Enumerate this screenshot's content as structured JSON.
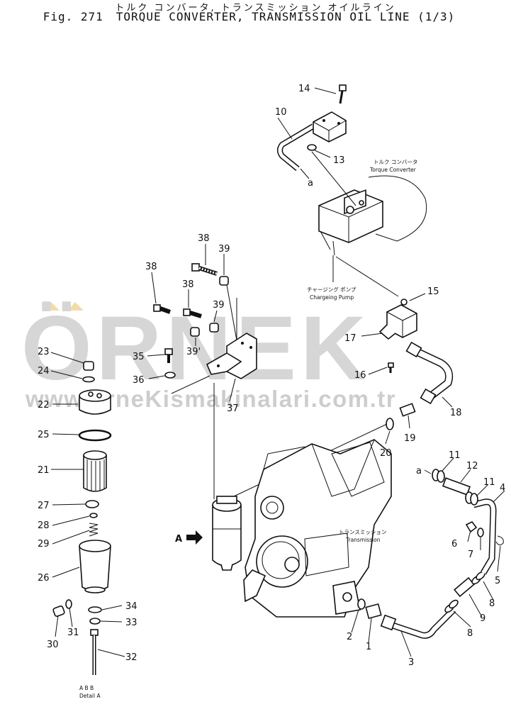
{
  "header": {
    "title_jp": "トルク コンバータ, トランスミッション オイルライン",
    "fig_label": "Fig. 271",
    "title_en": "TORQUE CONVERTER, TRANSMISSION OIL LINE (1/3)"
  },
  "watermark": {
    "brand": "ÖRNEK",
    "url": "www.orneKismakinalari.com.tr",
    "color": "#cfcfcf",
    "accent": "#f2d8a0"
  },
  "labels": {
    "torque_converter_jp": "トルク コンバータ",
    "torque_converter_en": "Torque Converter",
    "charging_pump_jp": "チャージング ポンプ",
    "charging_pump_en": "Chargeing Pump",
    "transmission_jp": "トランスミッション",
    "transmission_en": "Transmission",
    "view_a": "A",
    "detail_letters": "A  B  B",
    "detail_text": "Detail   A"
  },
  "callouts": {
    "c14": "14",
    "c10": "10",
    "c13": "13",
    "ca1": "a",
    "c38a": "38",
    "c39a": "39",
    "c38b": "38",
    "c38c": "38",
    "c39b": "39",
    "c39c": "39'",
    "c15": "15",
    "c17": "17",
    "c16": "16",
    "c18": "18",
    "c19": "19",
    "c20": "20",
    "c35": "35",
    "c36": "36",
    "c37": "37",
    "c23": "23",
    "c24": "24",
    "c22": "22",
    "c25": "25",
    "c21": "21",
    "c27": "27",
    "c28": "28",
    "c29": "29",
    "c26": "26",
    "c34": "34",
    "c33": "33",
    "c30": "30",
    "c31": "31",
    "c32": "32",
    "c11a": "11",
    "ca2": "a",
    "c12": "12",
    "c11b": "11",
    "c4": "4",
    "c6": "6",
    "c7": "7",
    "c5": "5",
    "c8a": "8",
    "c9": "9",
    "c8b": "8",
    "c2": "2",
    "c1": "1",
    "c3": "3"
  }
}
